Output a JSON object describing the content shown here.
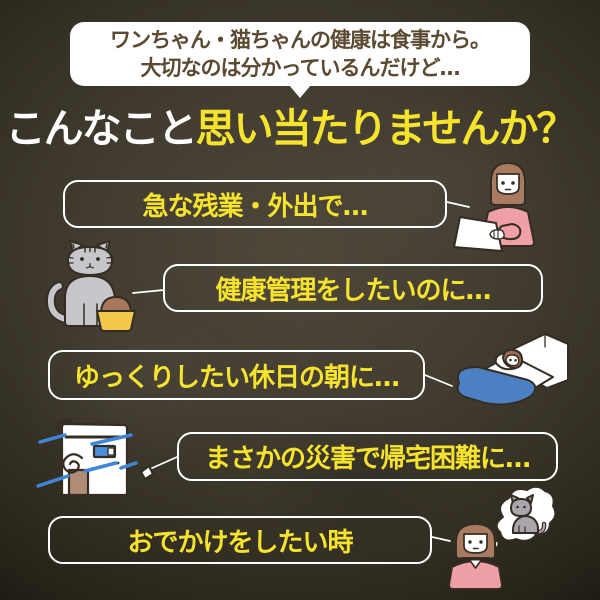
{
  "colors": {
    "background_center": "#4e473a",
    "background_edge": "#1b1813",
    "accent_yellow": "#f5e32e",
    "bubble_white": "#ffffff",
    "intro_text_brown": "#5b4a31",
    "outline_dark": "#352d24",
    "pink_sweater": "#efa0a6",
    "hair_brown": "#a97b60",
    "cat_gray": "#c7c6ca",
    "bowl_yellow": "#f2c84b",
    "blanket_blue": "#4b80c2",
    "wind_blue": "#3f86d8",
    "door_brown": "#b18c77"
  },
  "intro_bubble": {
    "line1": "ワンちゃん・猫ちゃんの健康は食事から。",
    "line2": "大切なのは分かっているんだけど…"
  },
  "title": {
    "part1": "こんなこと",
    "part2": "思い当たりませんか？"
  },
  "scenarios": [
    {
      "label": "急な残業・外出で…",
      "illustration": "woman-working-on-laptop"
    },
    {
      "label": "健康管理をしたいのに…",
      "illustration": "cat-with-food-bowl"
    },
    {
      "label": "ゆっくりしたい休日の朝に…",
      "illustration": "person-sleeping-in-bed"
    },
    {
      "label": "まさかの災害で帰宅困難に…",
      "illustration": "house-in-storm"
    },
    {
      "label": "おでかけをしたい時",
      "illustration": "woman-thinking-of-cat"
    }
  ]
}
